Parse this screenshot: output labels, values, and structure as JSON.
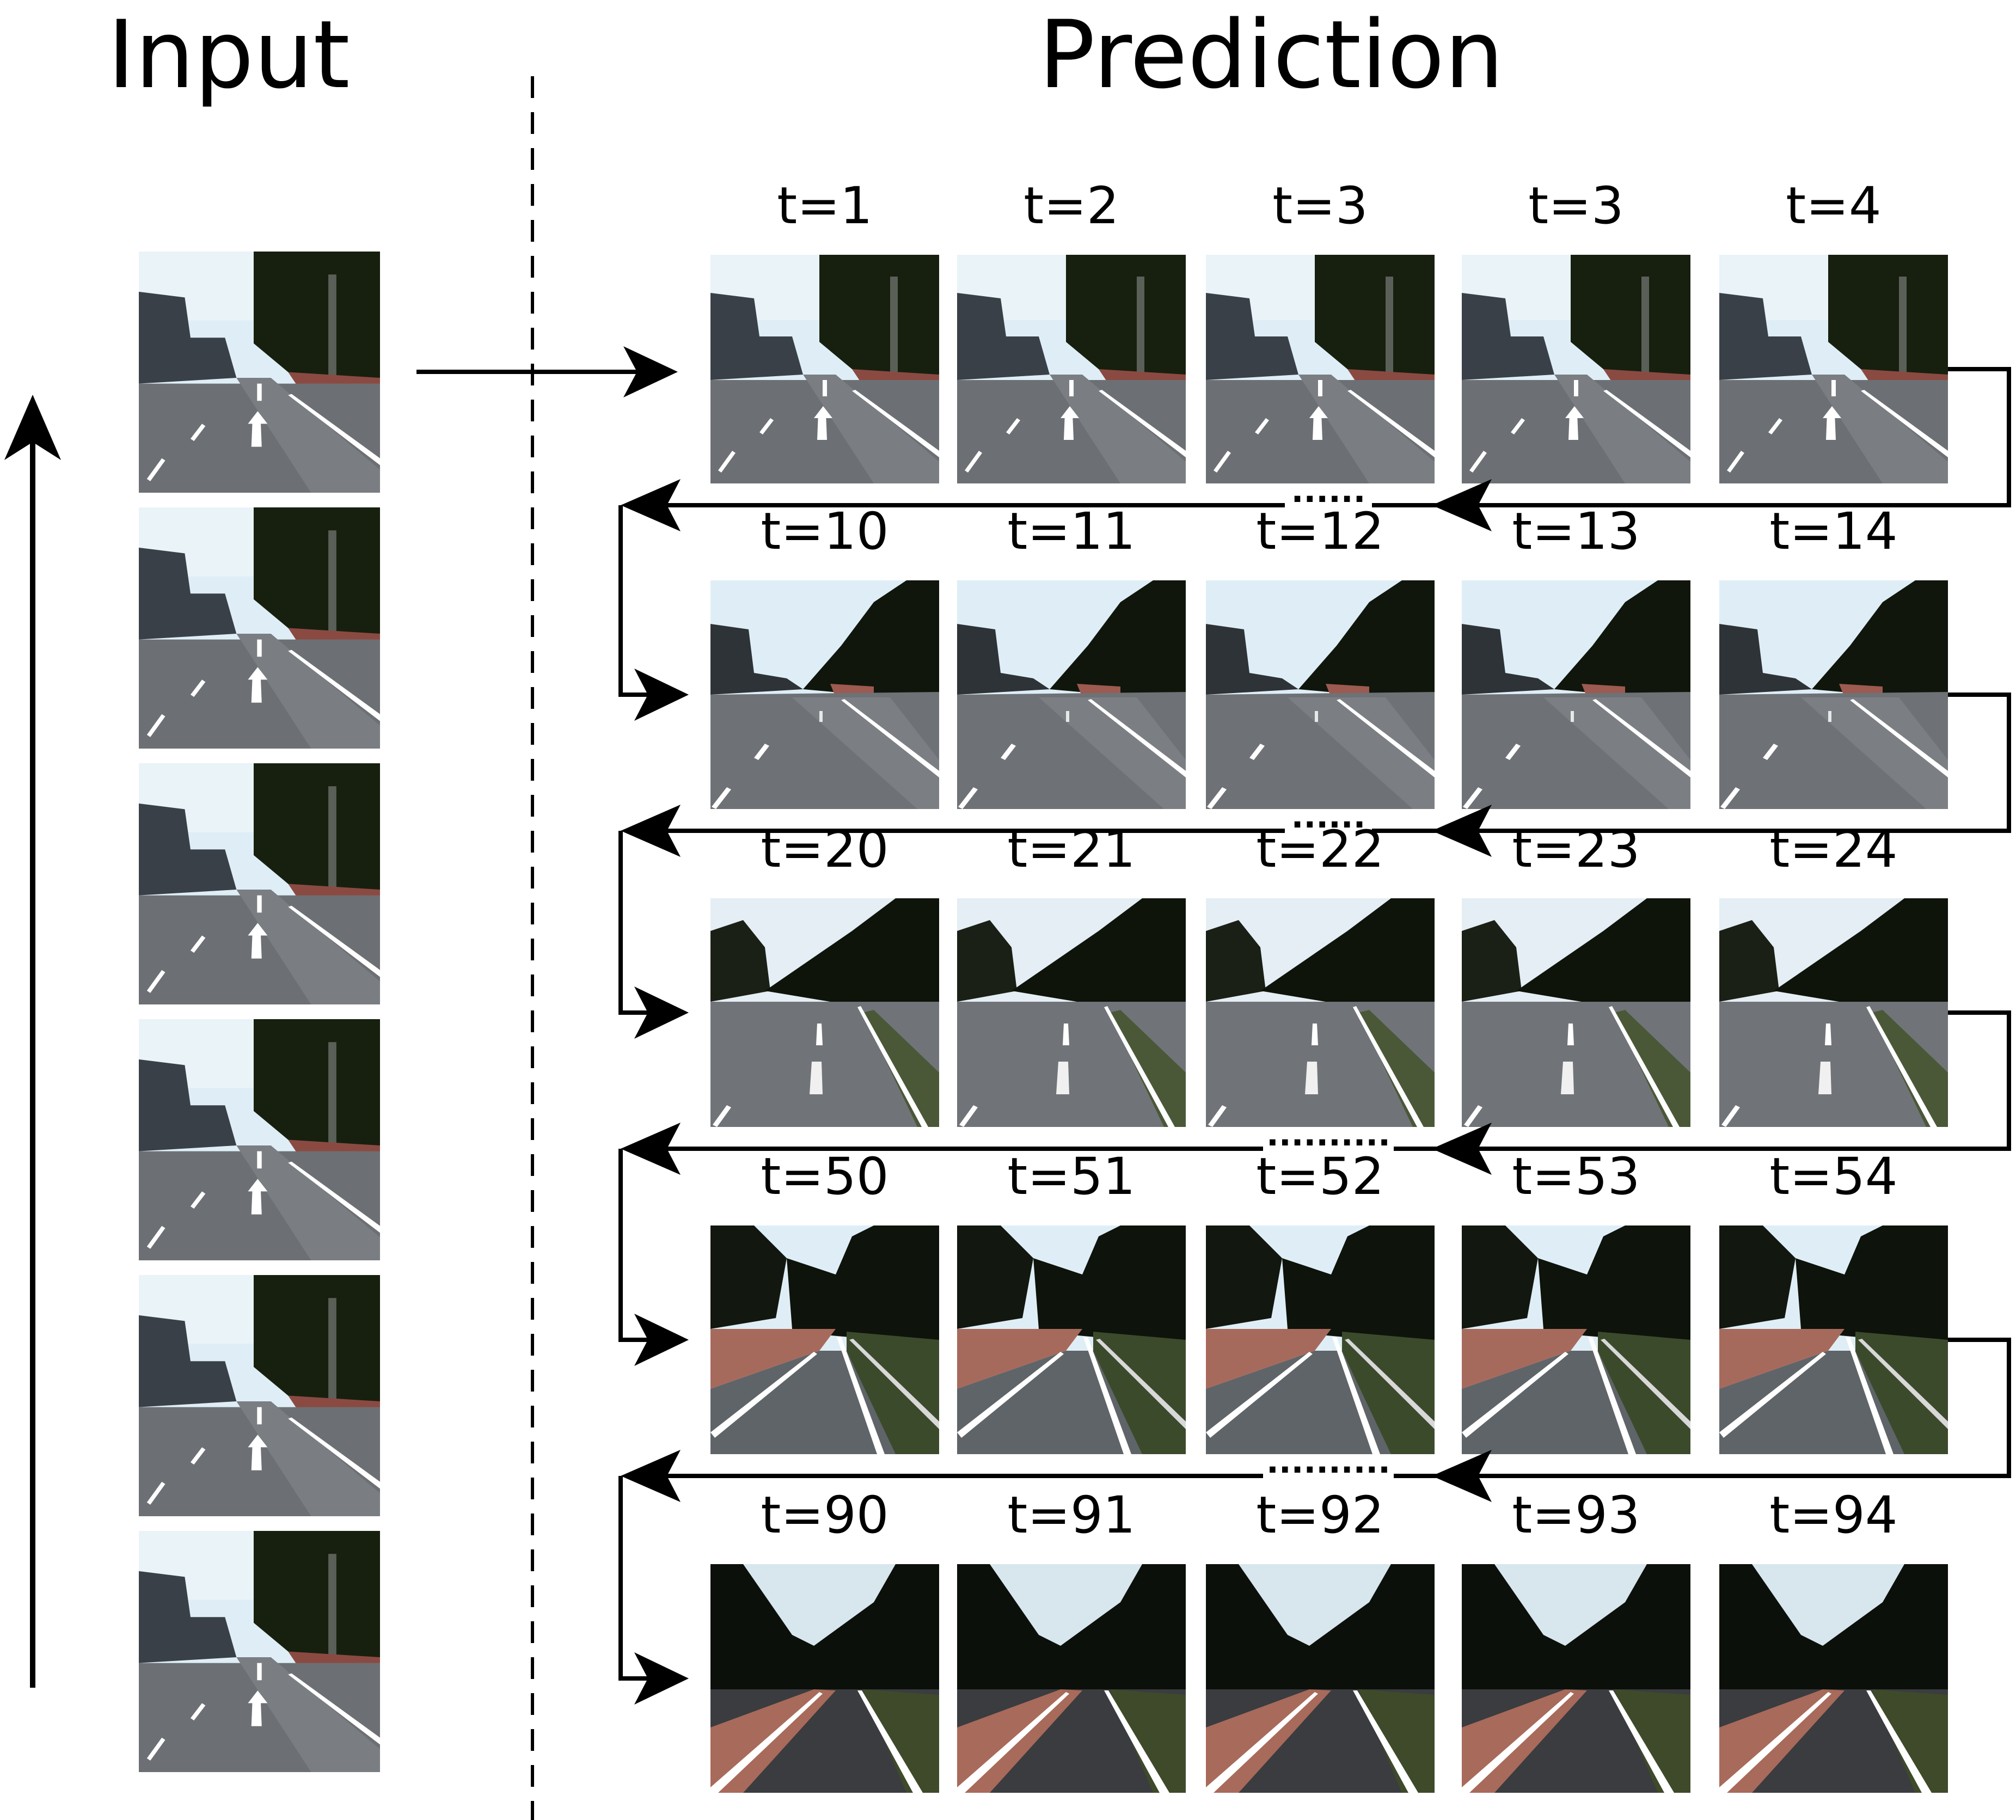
{
  "headings": {
    "input": "Input",
    "prediction": "Prediction"
  },
  "colors": {
    "stroke": "#000000",
    "sky": "#dfeef6",
    "foliage": "#0e120c",
    "road": "#6c7074",
    "marking": "#ffffff",
    "wall": "#8a4a42",
    "bike_lane": "#a06858",
    "grass": "#3a4a2a"
  },
  "input_frame_count": 6,
  "prediction_rows": [
    {
      "labels": [
        "t=1",
        "t=2",
        "t=3",
        "t=3",
        "t=4"
      ],
      "scene": "street",
      "gap_dots": "......"
    },
    {
      "labels": [
        "t=10",
        "t=11",
        "t=12",
        "t=13",
        "t=14"
      ],
      "scene": "street-open",
      "gap_dots": "......"
    },
    {
      "labels": [
        "t=20",
        "t=21",
        "t=22",
        "t=23",
        "t=24"
      ],
      "scene": "park-road",
      "gap_dots": ".........."
    },
    {
      "labels": [
        "t=50",
        "t=51",
        "t=52",
        "t=53",
        "t=54"
      ],
      "scene": "bike-lane",
      "gap_dots": ".........."
    },
    {
      "labels": [
        "t=90",
        "t=91",
        "t=92",
        "t=93",
        "t=94"
      ],
      "scene": "dark-forest",
      "gap_dots": null
    }
  ]
}
